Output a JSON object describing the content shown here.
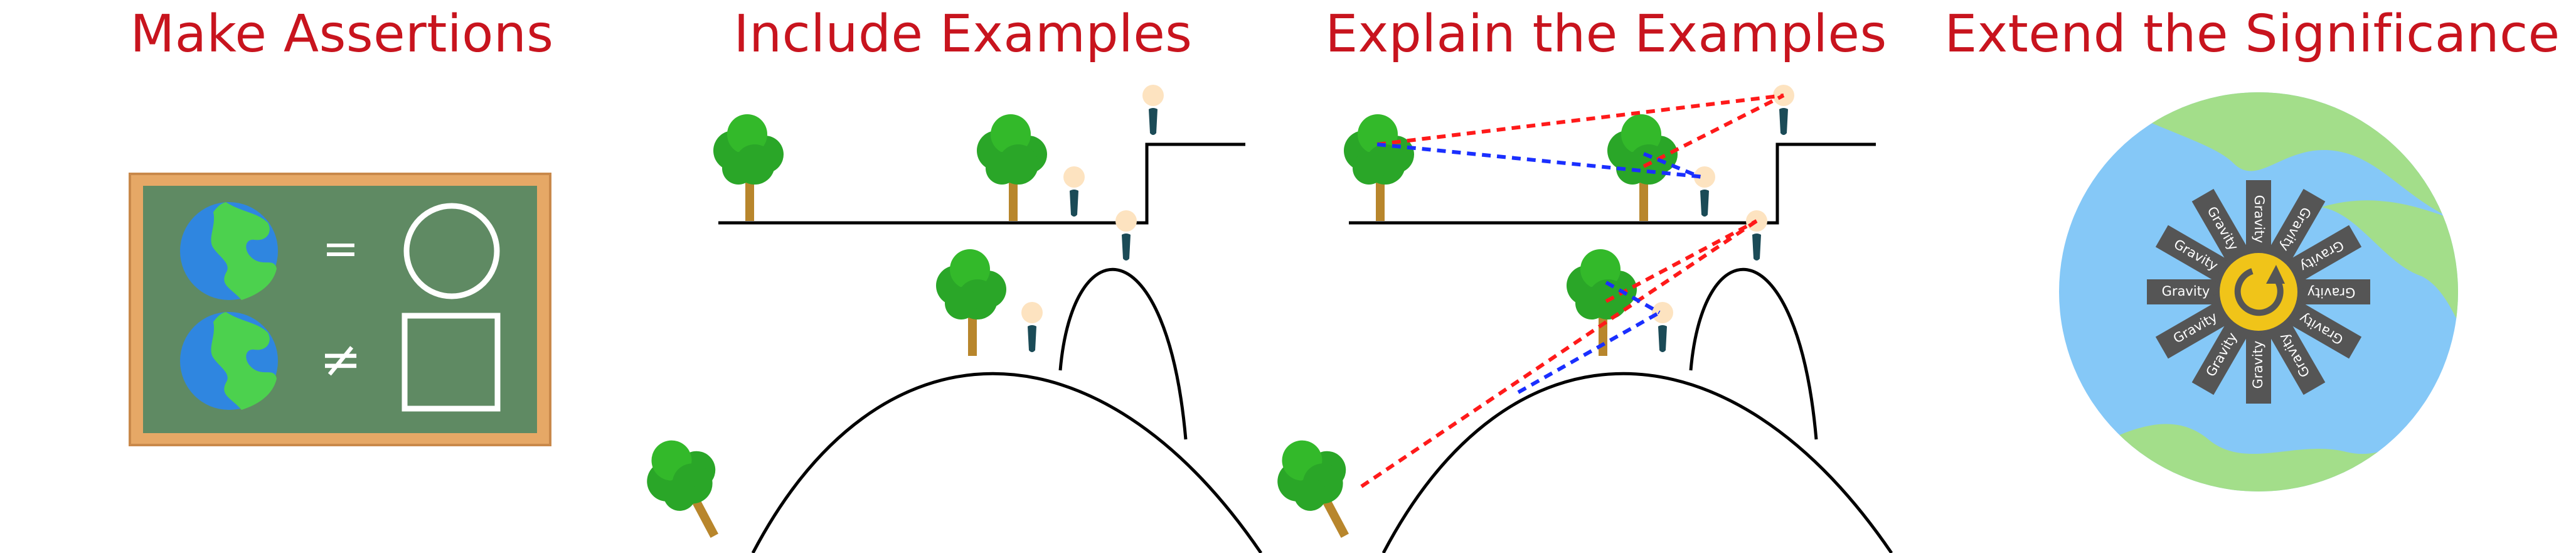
{
  "panels": [
    {
      "title": "Make Assertions"
    },
    {
      "title": "Include Examples"
    },
    {
      "title": "Explain the Examples"
    },
    {
      "title": "Extend the Significance"
    }
  ],
  "chalkboard": {
    "row1_operator": "=",
    "row2_operator": "≠"
  },
  "gravity": {
    "arrow_label": "Gravity",
    "arrow_count": 12
  },
  "colors": {
    "title": "#c8141e",
    "ocean": "#2f86e0",
    "land": "#4cd14e",
    "board_frame": "#e6a866",
    "board": "#5f8a63",
    "tree_leaf": "#33b92a",
    "trunk": "#b8862c",
    "person_head": "#fde3c0",
    "person_body": "#1b4b57",
    "line_red": "#ff1a1a",
    "line_blue": "#1a2fff",
    "globe_sky": "#85c8f7",
    "globe_land": "#a3de8a",
    "arrow": "#555555",
    "core": "#f0c419"
  }
}
